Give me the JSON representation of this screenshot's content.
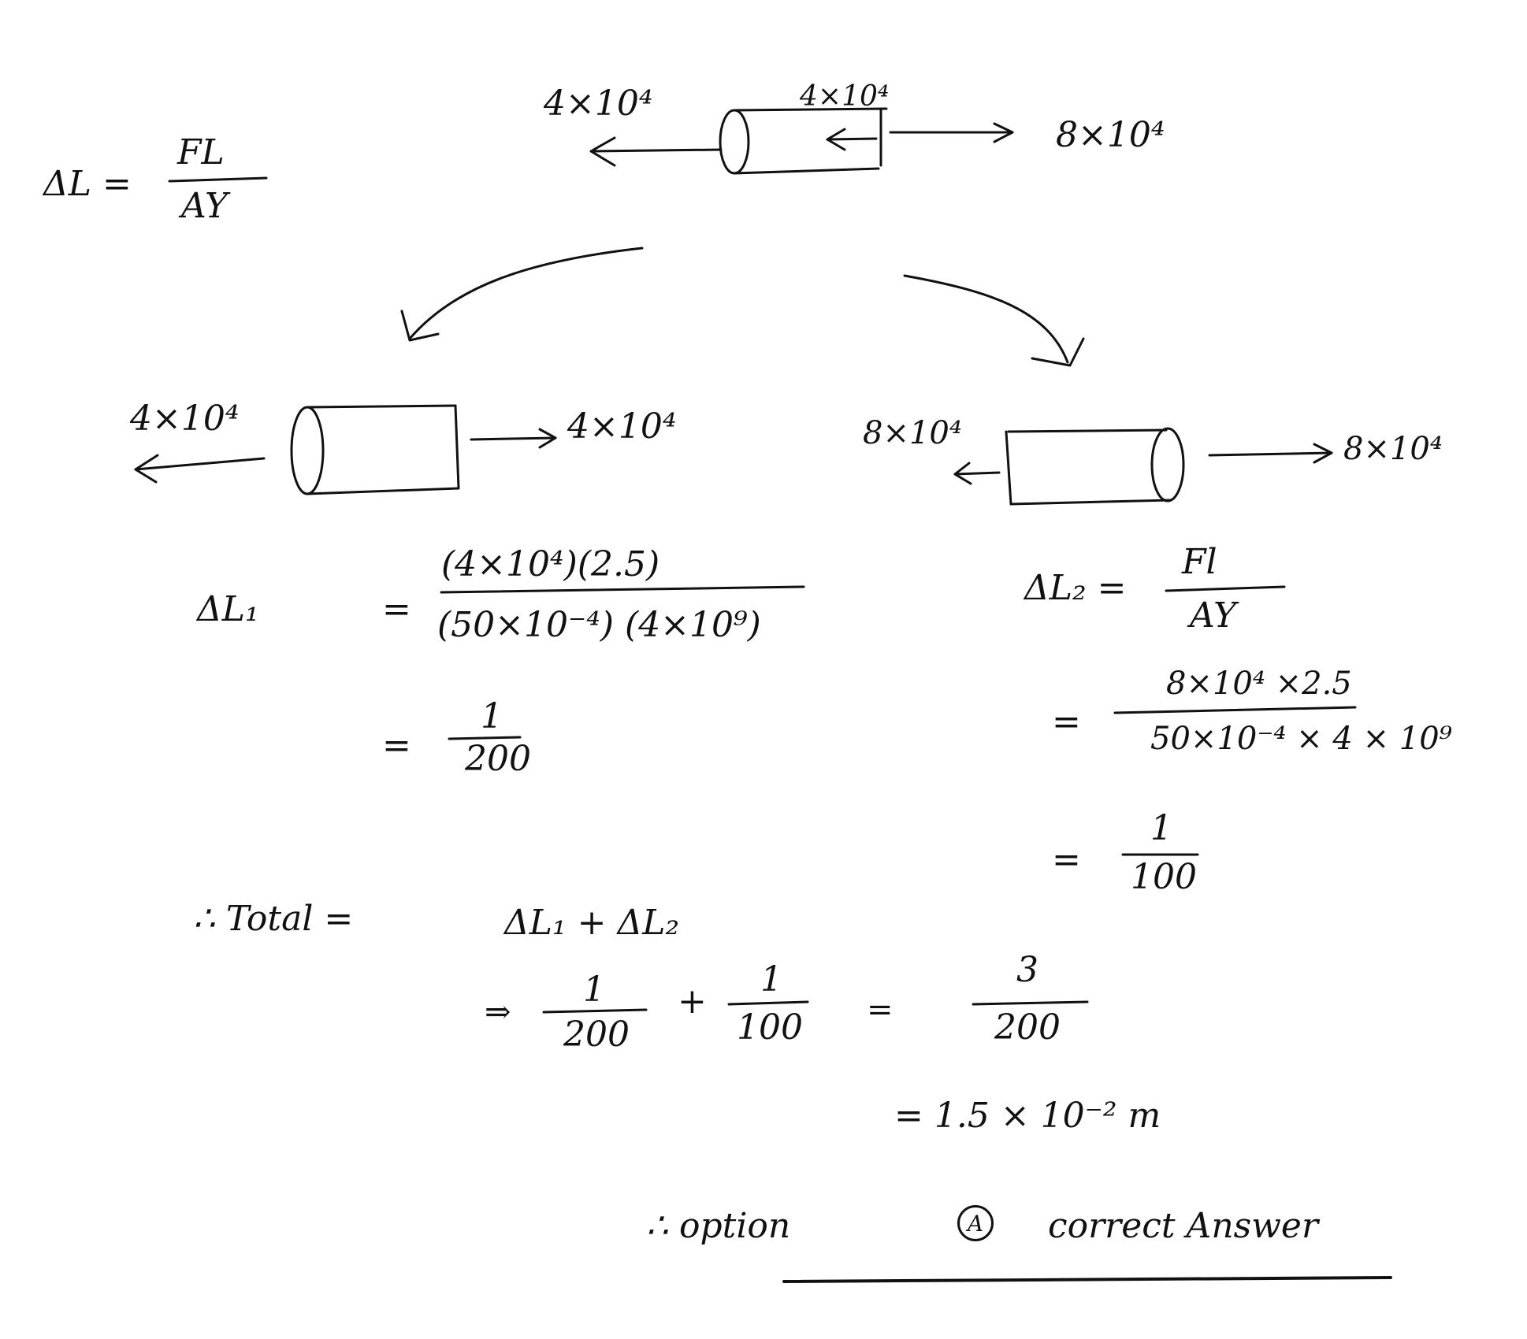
{
  "formula": {
    "lhs": "ΔL =",
    "num": "FL",
    "den": "AY"
  },
  "top": {
    "force_left": "4×10⁴",
    "force_mid": "4×10⁴",
    "force_right": "8×10⁴"
  },
  "left_rod": {
    "force_left": "4×10⁴",
    "force_right": "4×10⁴"
  },
  "right_rod": {
    "force_left": "8×10⁴",
    "force_right": "8×10⁴"
  },
  "calc1": {
    "lhs": "ΔL₁",
    "num": "(4×10⁴)(2.5)",
    "den": "(50×10⁻⁴) (4×10⁹)",
    "eq": "=",
    "res_num": "1",
    "res_den": "200"
  },
  "calc2": {
    "lhs": "ΔL₂ =",
    "num": "Fl",
    "den": "AY",
    "eq": "=",
    "num2": "8×10⁴ ×2.5",
    "den2": "50×10⁻⁴ × 4 × 10⁹",
    "res_num": "1",
    "res_den": "100"
  },
  "total": {
    "label": "∴ Total =",
    "sum": "ΔL₁ + ΔL₂",
    "arrow": "⇒",
    "t1_num": "1",
    "t1_den": "200",
    "plus": "+",
    "t2_num": "1",
    "t2_den": "100",
    "eq": "=",
    "r_num": "3",
    "r_den": "200",
    "decimal": "= 1.5 × 10⁻² m"
  },
  "conclusion": {
    "prefix": "∴ option",
    "option": "A",
    "suffix": "correct Answer"
  }
}
